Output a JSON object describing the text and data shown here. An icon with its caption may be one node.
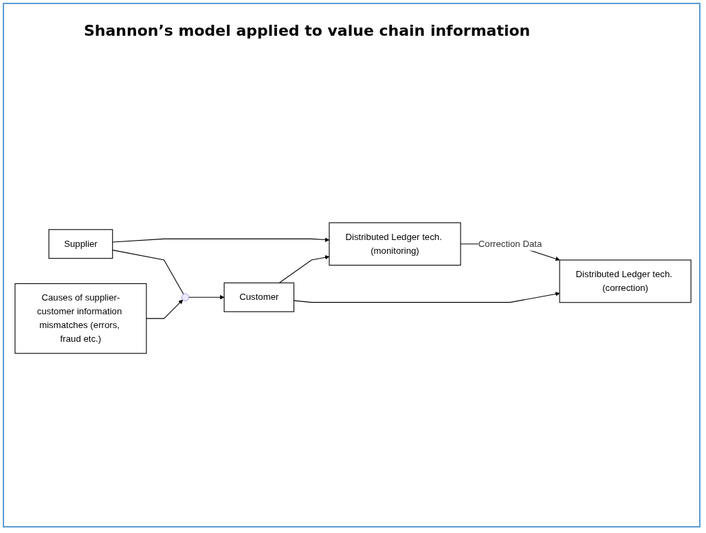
{
  "diagram": {
    "title": "Shannon’s model applied to value chain information",
    "nodes": [
      {
        "text": [
          "Supplier"
        ]
      },
      {
        "text": [],
        "shape": "circle"
      },
      {
        "text": [
          "Customer"
        ]
      },
      {
        "text": [
          "Distributed Ledger tech. (monitoring)"
        ]
      },
      {
        "text": [
          "Distributed Ledger tech. (correction)"
        ]
      },
      {
        "text": [
          "Causes of supplier-customer information mismatches (errors, fraud etc.)"
        ]
      }
    ],
    "edges": [
      {
        "from": 0,
        "to": 1,
        "arrow": "none"
      },
      {
        "from": 1,
        "to": 2,
        "arrow": "to"
      },
      {
        "from": 5,
        "to": 1,
        "arrow": "to"
      },
      {
        "from": 0,
        "to": 3,
        "arrow": "to"
      },
      {
        "from": 2,
        "to": 3,
        "arrow": "to"
      },
      {
        "from": 3,
        "to": 4,
        "arrow": "to",
        "label": "Correction Data"
      },
      {
        "from": 2,
        "to": 4,
        "arrow": "to"
      }
    ]
  }
}
